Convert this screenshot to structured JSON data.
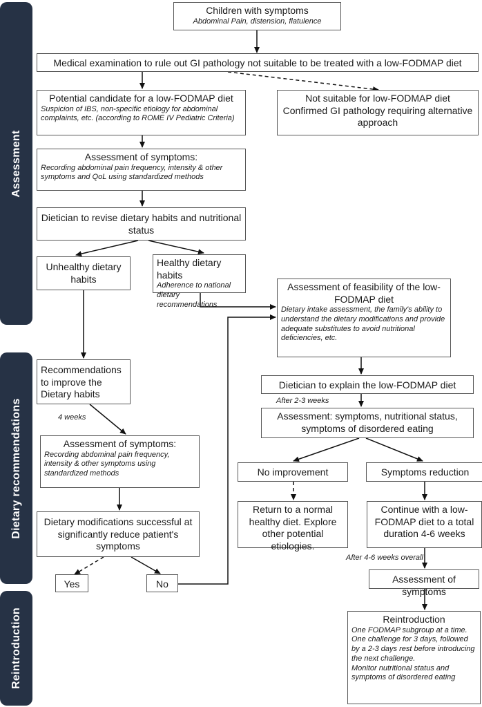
{
  "side_labels": {
    "assessment": "Assessment",
    "dietary": "Dietary recommendations",
    "reintroduction": "Reintroduction"
  },
  "boxes": {
    "children": {
      "title": "Children with symptoms",
      "sub": "Abdominal Pain, distension, flatulence"
    },
    "medical": {
      "title": "Medical examination to rule out GI pathology not suitable to be treated with a low-FODMAP diet"
    },
    "candidate": {
      "title": "Potential candidate for a low-FODMAP diet",
      "sub": "Suspicion of IBS, non-specific etiology for abdominal complaints, etc. (according to ROME IV Pediatric Criteria)"
    },
    "not_suitable": {
      "line1": "Not suitable for low-FODMAP diet",
      "line2": "Confirmed GI pathology requiring alternative approach"
    },
    "assess1": {
      "title": "Assessment of symptoms:",
      "sub": "Recording abdominal pain frequency, intensity & other symptoms and QoL using standardized methods"
    },
    "dietician_revise": {
      "title": "Dietician to revise dietary habits and nutritional status"
    },
    "unhealthy": {
      "title": "Unhealthy dietary habits"
    },
    "healthy": {
      "title": "Healthy dietary habits",
      "sub": "Adherence to national dietary recommendations"
    },
    "feasibility": {
      "title": "Assessment of feasibility of the low-FODMAP diet",
      "sub": "Dietary intake assessment, the family's ability to understand the dietary modifications and provide adequate substitutes to avoid nutritional deficiencies, etc."
    },
    "recommend": {
      "title": "Recommendations to improve the Dietary habits"
    },
    "assess2": {
      "title": "Assessment of symptoms:",
      "sub": "Recording abdominal pain frequency, intensity & other symptoms using standardized methods"
    },
    "modifications": {
      "title": "Dietary modifications successful at significantly reduce patient's symptoms"
    },
    "yes": {
      "title": "Yes"
    },
    "no": {
      "title": "No"
    },
    "explain": {
      "title": "Dietician to explain the low-FODMAP diet"
    },
    "assess3": {
      "title": "Assessment: symptoms, nutritional status, symptoms of disordered eating"
    },
    "no_improvement": {
      "title": "No improvement"
    },
    "reduction": {
      "title": "Symptoms reduction"
    },
    "return": {
      "title": "Return to a normal healthy diet. Explore other potential etiologies."
    },
    "continue": {
      "title": "Continue with a low-FODMAP diet to a total duration 4-6 weeks"
    },
    "assess4": {
      "title": "Assessment of symptoms"
    },
    "reintro": {
      "title": "Reintroduction",
      "sub1": "One FODMAP subgroup at a time.",
      "sub2": "One challenge for 3 days, followed by a  2-3 days rest before introducing the next challenge.",
      "sub3": "Monitor nutritional status and symptoms of disordered eating"
    }
  },
  "labels": {
    "four_weeks": "4 weeks",
    "after_2_3": "After 2-3 weeks",
    "after_4_6": "After 4-6 weeks overall"
  }
}
